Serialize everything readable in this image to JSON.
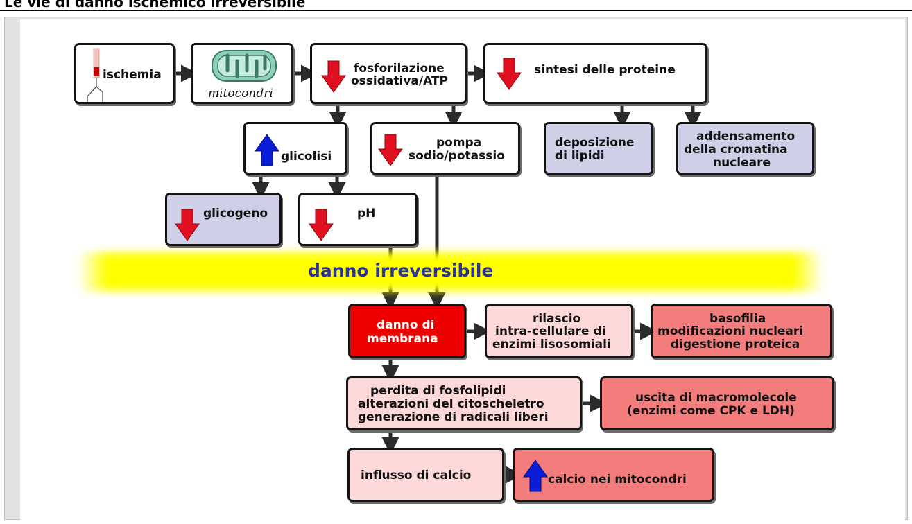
{
  "title": "Le vie di danno ischemico irreversibile",
  "colors": {
    "frame": "#141414",
    "lavender_box": "#cfcfe8",
    "pink_box": "#fdd8d8",
    "salmon_box": "#f37d7d",
    "red_box": "#ee0000",
    "down_arrow": "#e01020",
    "up_arrow": "#0a1ed8",
    "band_yellow": "#ffff00",
    "band_text": "#2b3393"
  },
  "band_label": "danno irreversibile",
  "boxes": {
    "ischemia": "ischemia",
    "mitocondri": "mitocondri",
    "fosforilazione_1": "fosforilazione",
    "fosforilazione_2": "ossidativa/ATP",
    "sintesi": "sintesi delle proteine",
    "glicolisi": "glicolisi",
    "pompa_1": "pompa",
    "pompa_2": "sodio/potassio",
    "deposizione_1": "deposizione",
    "deposizione_2": "di lipidi",
    "addensamento_1": "addensamento",
    "addensamento_2": "della cromatina",
    "addensamento_3": "nucleare",
    "glicogeno": "glicogeno",
    "ph": "pH",
    "danno_membrana_1": "danno di",
    "danno_membrana_2": "membrana",
    "rilascio_1": "rilascio",
    "rilascio_2": "intra-cellulare di",
    "rilascio_3": "enzimi lisosomiali",
    "basofilia_1": "basofilia",
    "basofilia_2": "modificazioni nucleari",
    "basofilia_3": "digestione proteica",
    "perdita_1": "perdita di fosfolipidi",
    "perdita_2": "alterazioni del citoscheletro",
    "perdita_3": "generazione di radicali liberi",
    "uscita_1": "uscita di macromolecole",
    "uscita_2": "(enzimi come CPK e LDH)",
    "influsso": "influsso di calcio",
    "calcio": "calcio nei mitocondri"
  },
  "indicators": {
    "fosforilazione": "down",
    "sintesi": "down",
    "glicolisi": "up",
    "pompa": "down",
    "glicogeno": "down",
    "ph": "down",
    "calcio": "up"
  },
  "icons": [
    "vessel-icon",
    "mitochondrion-icon"
  ]
}
